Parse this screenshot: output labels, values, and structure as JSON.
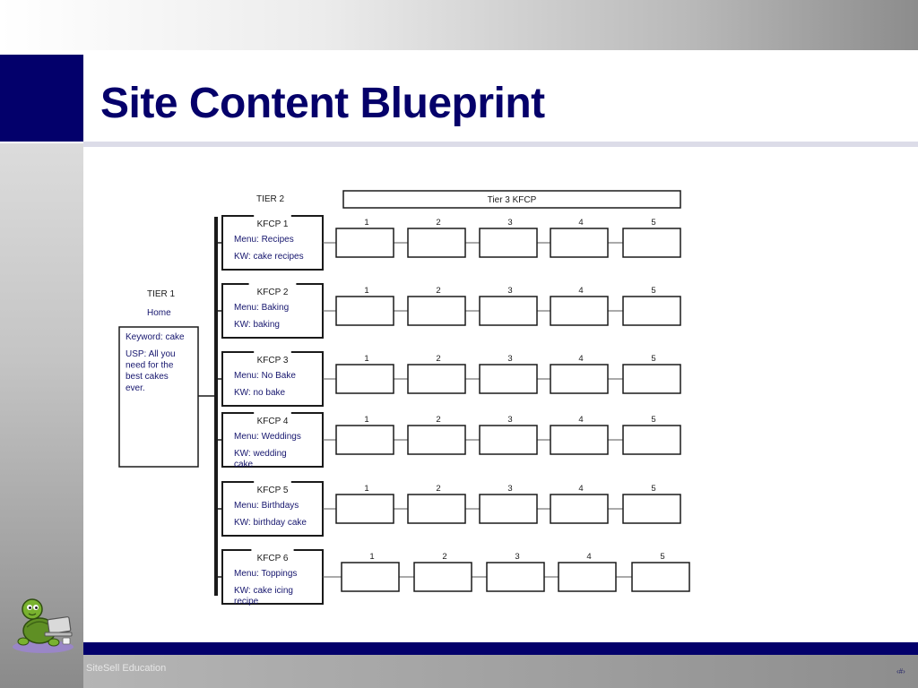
{
  "slide": {
    "title": "Site Content Blueprint",
    "footer": "SiteSell Education",
    "page_number": "‹#›"
  },
  "diagram": {
    "tier2_header": "TIER 2",
    "tier3_header": "Tier 3 KFCP",
    "tier1": {
      "label": "TIER 1",
      "page": "Home",
      "keyword": "Keyword: cake",
      "usp_lines": [
        "USP: All you",
        "need for the",
        "best cakes",
        "ever."
      ]
    },
    "tier3_slots": [
      "1",
      "2",
      "3",
      "4",
      "5"
    ],
    "kfcps": [
      {
        "title": "KFCP 1",
        "menu": "Menu: Recipes",
        "kw_lines": [
          "KW: cake recipes"
        ]
      },
      {
        "title": "KFCP   2",
        "menu": "Menu: Baking",
        "kw_lines": [
          "KW: baking"
        ]
      },
      {
        "title": "KFCP 3",
        "menu": "Menu: No Bake",
        "kw_lines": [
          "KW: no bake"
        ]
      },
      {
        "title": "KFCP 4",
        "menu": "Menu: Weddings",
        "kw_lines": [
          "KW: wedding",
          "cake"
        ]
      },
      {
        "title": "KFCP 5",
        "menu": "Menu: Birthdays",
        "kw_lines": [
          "KW: birthday cake"
        ]
      },
      {
        "title": "KFCP  6",
        "menu": "Menu: Toppings",
        "kw_lines": [
          "KW: cake icing",
          "recipe"
        ]
      }
    ]
  },
  "colors": {
    "navy": "#03006b",
    "diagram_text": "#16166e"
  },
  "icons": {
    "mascot": "turtle-with-laptop-icon"
  }
}
